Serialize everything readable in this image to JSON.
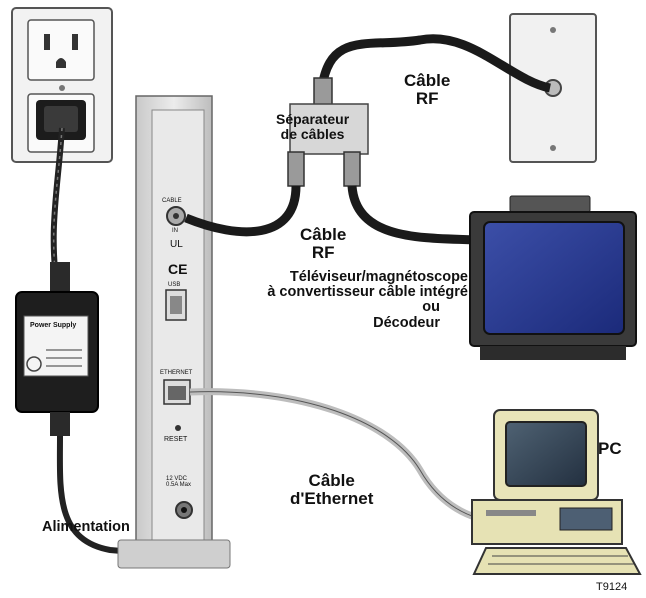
{
  "labels": {
    "splitter": [
      "Séparateur",
      "de câbles"
    ],
    "rf_cable_top": [
      "Câble",
      "RF"
    ],
    "rf_cable_mid": [
      "Câble",
      "RF"
    ],
    "tv": [
      "Téléviseur/magnétoscope",
      "à convertisseur câble intégré",
      "ou",
      "Décodeur"
    ],
    "pc": "PC",
    "ethernet_cable": [
      "Câble",
      "d'Ethernet"
    ],
    "power": "Alimentation",
    "figure_id": "T9124"
  },
  "modem_labels": {
    "cable": "CABLE",
    "cable_in": "IN",
    "ul": "UL",
    "ce": "CE",
    "usb": "USB",
    "ethernet": "ETHERNET",
    "reset": "RESET",
    "power_rating": [
      "12 VDC",
      "0.5A Max"
    ]
  },
  "power_supply_label": "Power Supply"
}
